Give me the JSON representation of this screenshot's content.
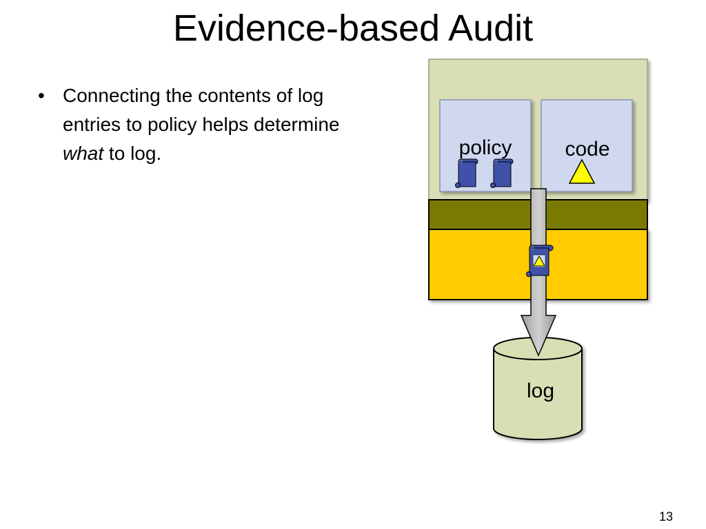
{
  "slide": {
    "title": "Evidence-based Audit",
    "bullet": {
      "before": "Connecting the contents of log entries to policy helps determine ",
      "emphasis": "what",
      "after": " to log."
    },
    "page_number": "13"
  },
  "diagram": {
    "policy_label": "policy",
    "code_label": "code",
    "log_label": "log",
    "colors": {
      "system_box": "#d9deb5",
      "inner_box": "#cfd8ee",
      "olive_band": "#7b7a00",
      "yellow_band": "#ffcc00",
      "scroll": "#3f51a8",
      "triangle": "#ffff00",
      "arrow": "#bdbdbd",
      "log_cylinder": "#d9deb5"
    }
  }
}
